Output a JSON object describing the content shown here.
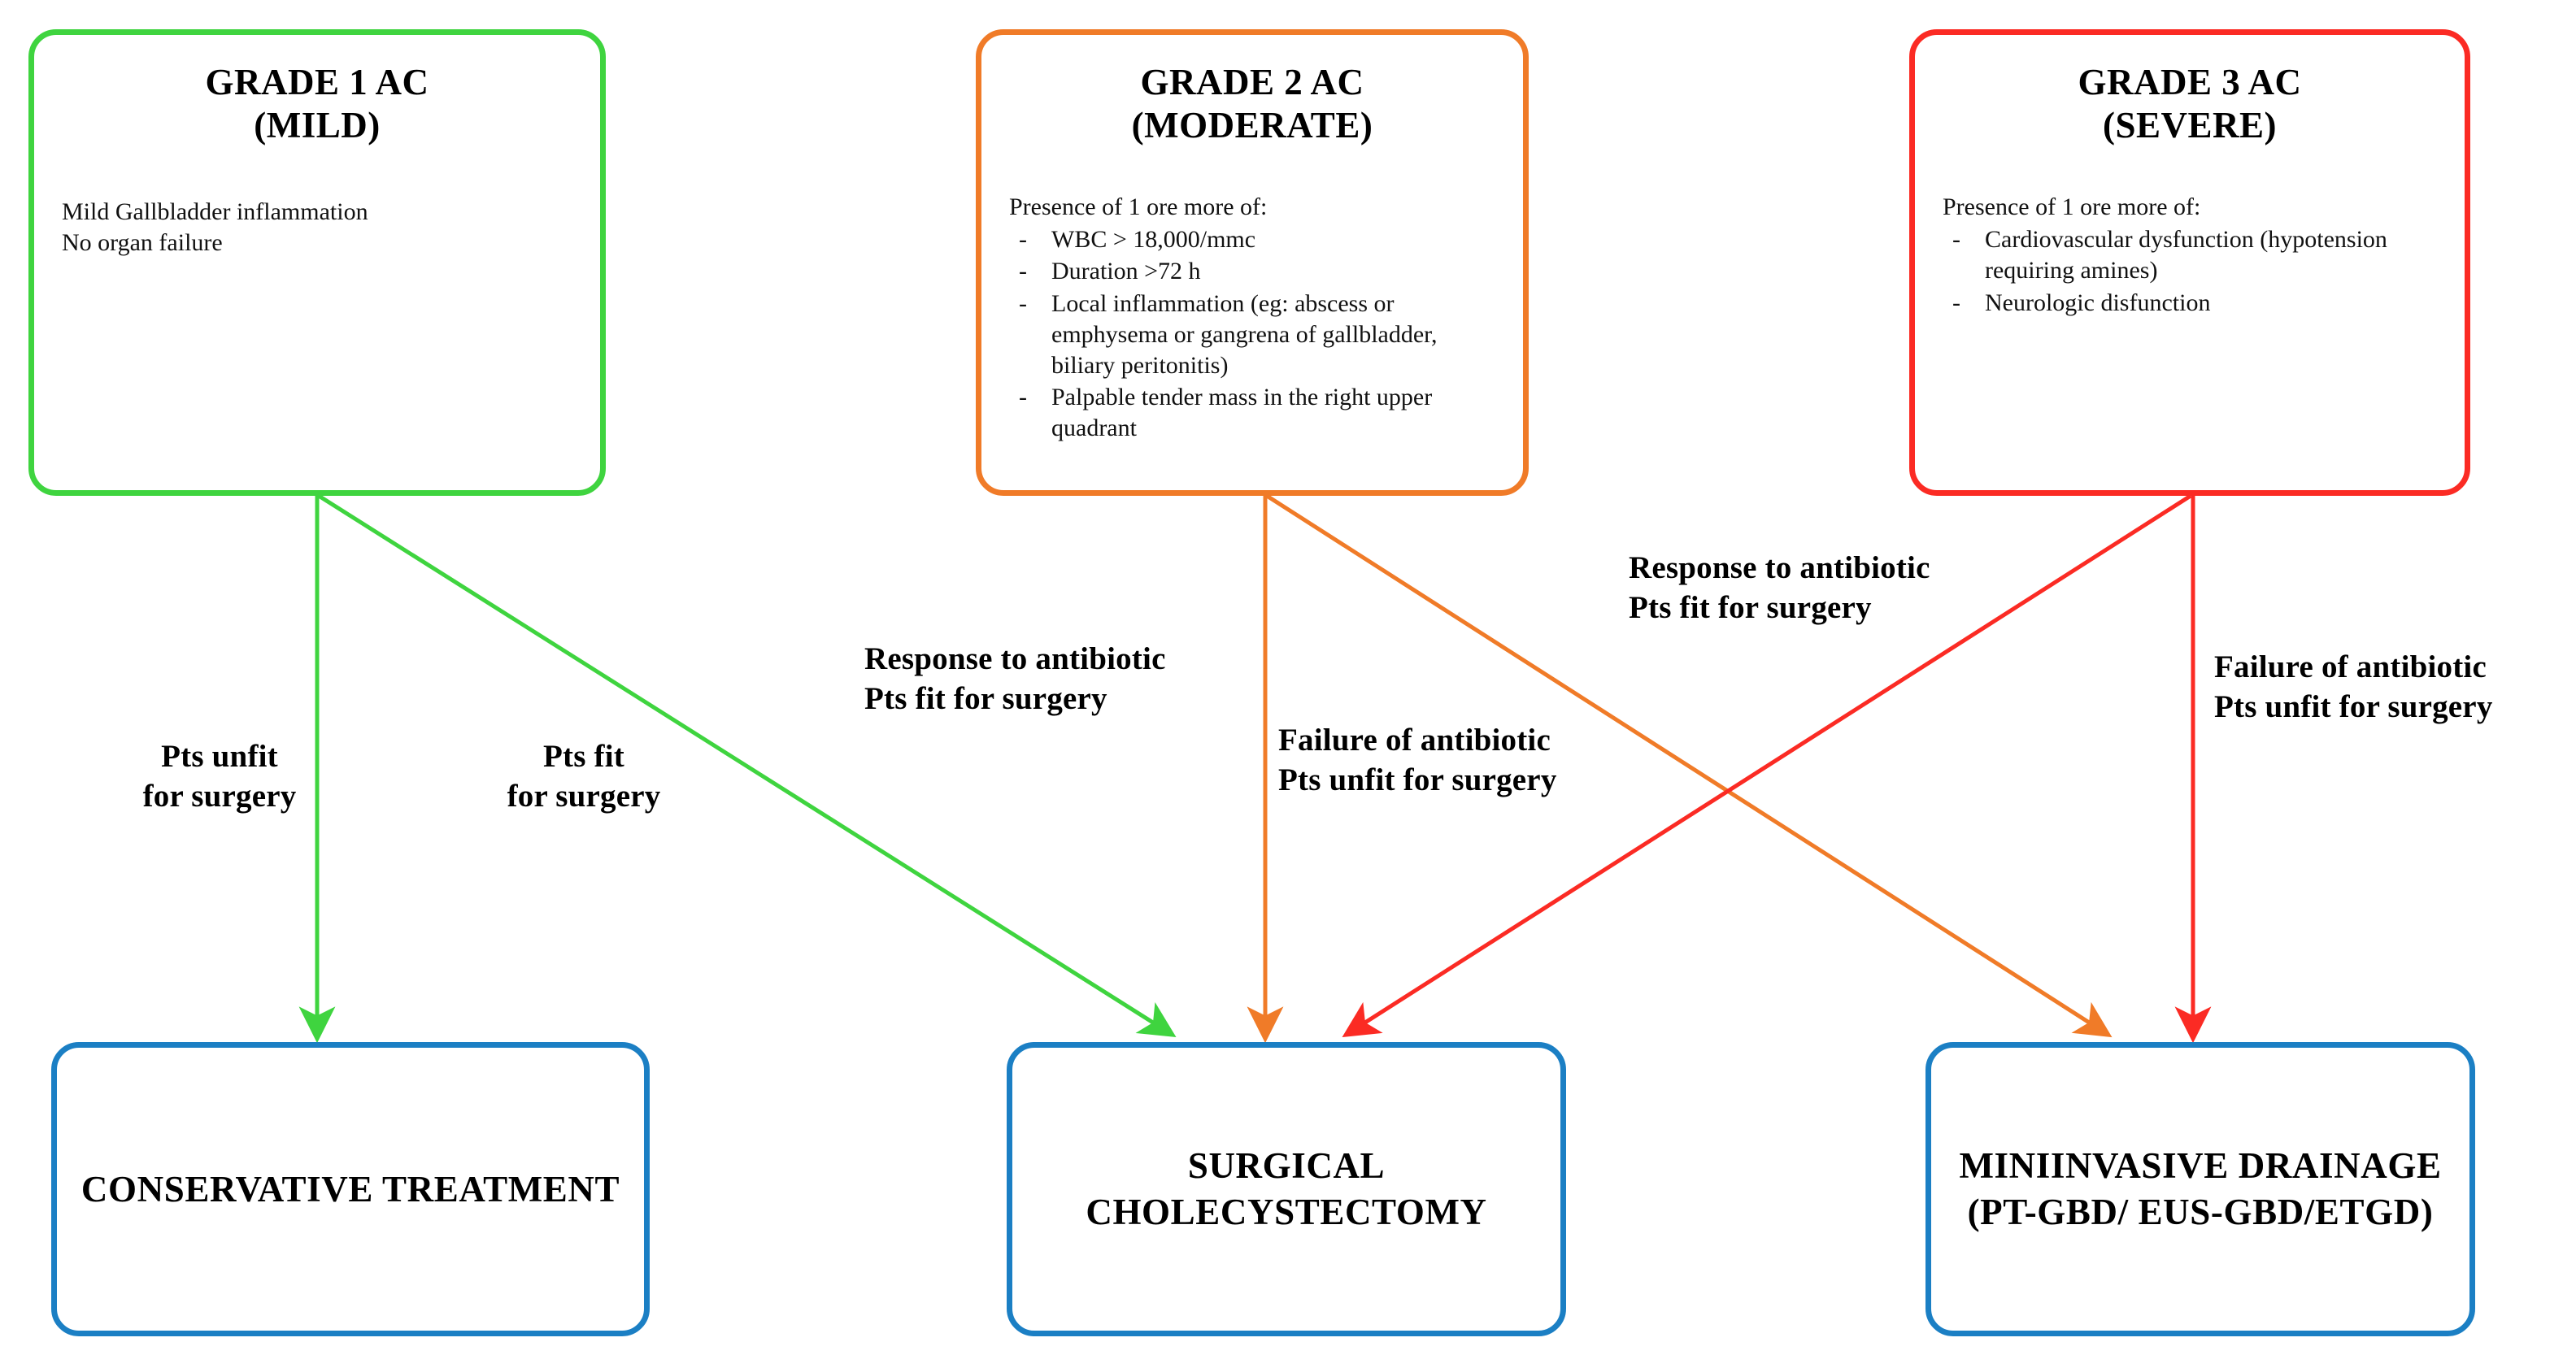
{
  "diagram": {
    "title": "Acute cholecystitis grading and treatment algorithm",
    "colors": {
      "grade1": "#3FD43F",
      "grade2": "#F07B28",
      "grade3": "#FB2B24",
      "outcome": "#1B7FC4",
      "text": "#000000",
      "background": "#FFFFFF"
    },
    "grade_nodes": [
      {
        "id": "grade-1",
        "title_line1": "GRADE 1 AC",
        "title_line2": "(MILD)",
        "color": "#3FD43F",
        "body_lines": [
          "Mild Gallbladder inflammation",
          "No organ failure"
        ],
        "lead": "",
        "bullets": []
      },
      {
        "id": "grade-2",
        "title_line1": "GRADE 2 AC",
        "title_line2": "(MODERATE)",
        "color": "#F07B28",
        "body_lines": [],
        "lead": "Presence of 1 ore more of:",
        "bullets": [
          "WBC > 18,000/mmc",
          "Duration >72 h",
          "Local inflammation (eg: abscess or emphysema or gangrena of gallbladder, biliary peritonitis)",
          "Palpable tender mass in the right upper quadrant"
        ]
      },
      {
        "id": "grade-3",
        "title_line1": "GRADE 3 AC",
        "title_line2": "(SEVERE)",
        "color": "#FB2B24",
        "body_lines": [],
        "lead": "Presence of 1 ore more of:",
        "bullets": [
          "Cardiovascular dysfunction (hypotension requiring amines)",
          "Neurologic disfunction"
        ]
      }
    ],
    "outcome_nodes": [
      {
        "id": "conservative-treatment",
        "label": "CONSERVATIVE\nTREATMENT",
        "color": "#1B7FC4"
      },
      {
        "id": "surgical-cholecystectomy",
        "label": "SURGICAL\nCHOLECYSTECTOMY",
        "color": "#1B7FC4"
      },
      {
        "id": "miniinvasive-drainage",
        "label": "MINIINVASIVE\nDRAINAGE\n(PT-GBD/\nEUS-GBD/ETGD)",
        "color": "#1B7FC4"
      }
    ],
    "edge_labels": [
      {
        "id": "g1-unfit",
        "text": "Pts unfit\nfor surgery",
        "color": "#3FD43F",
        "from": "grade-1",
        "to": "conservative-treatment"
      },
      {
        "id": "g1-fit",
        "text": "Pts fit\nfor surgery",
        "color": "#3FD43F",
        "from": "grade-1",
        "to": "surgical-cholecystectomy"
      },
      {
        "id": "g2-response",
        "text": "Response to antibiotic\nPts fit for surgery",
        "color": "#F07B28",
        "from": "grade-2",
        "to": "surgical-cholecystectomy"
      },
      {
        "id": "g2-failure",
        "text": "Failure of antibiotic\nPts unfit for surgery",
        "color": "#F07B28",
        "from": "grade-2",
        "to": "miniinvasive-drainage"
      },
      {
        "id": "g3-response",
        "text": "Response to antibiotic\nPts fit for surgery",
        "color": "#FB2B24",
        "from": "grade-3",
        "to": "surgical-cholecystectomy"
      },
      {
        "id": "g3-failure",
        "text": "Failure of antibiotic\nPts unfit for surgery",
        "color": "#FB2B24",
        "from": "grade-3",
        "to": "miniinvasive-drainage"
      }
    ]
  }
}
